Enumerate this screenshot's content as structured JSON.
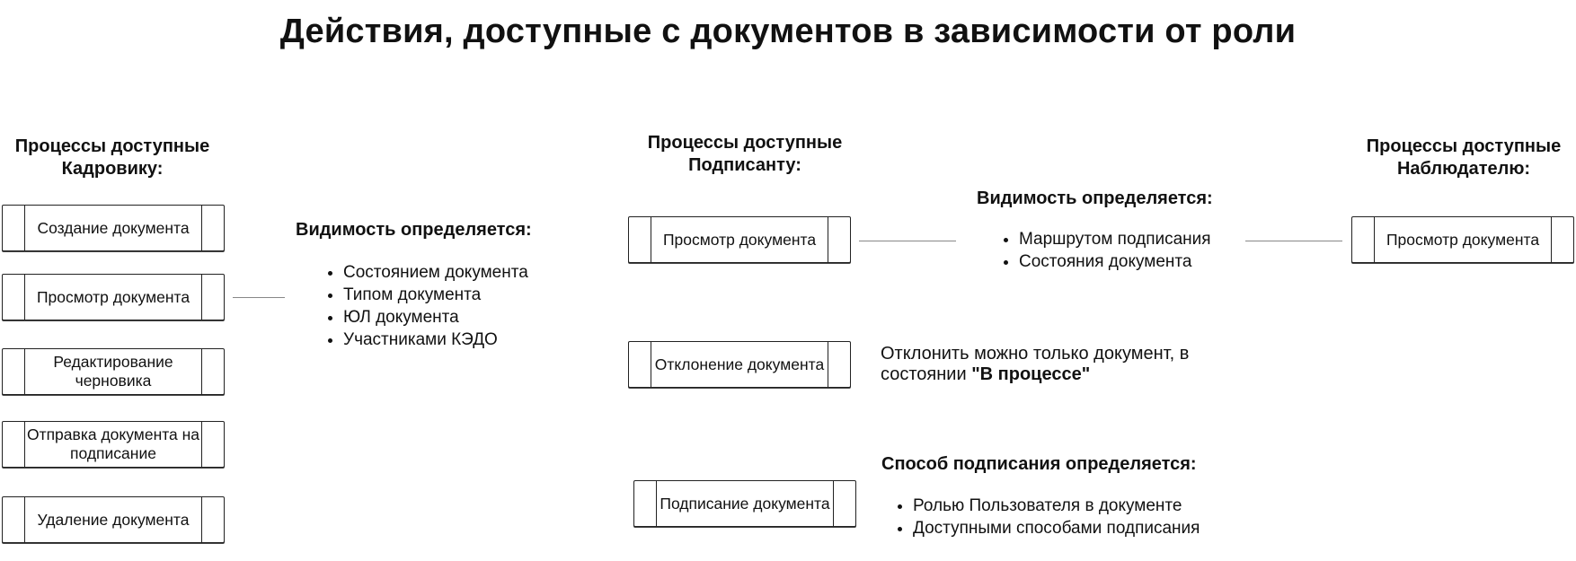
{
  "title": "Действия, доступные с документов в зависимости от роли",
  "hr": {
    "heading": "Процессы доступные\nКадровику:",
    "processes": [
      "Создание документа",
      "Просмотр документа",
      "Редактирование черновика",
      "Отправка документа на подписание",
      "Удаление документа"
    ],
    "visibility": {
      "heading": "Видимость определяется:",
      "items": [
        "Состоянием документа",
        "Типом документа",
        "ЮЛ документа",
        "Участниками КЭДО"
      ]
    }
  },
  "signer": {
    "heading": "Процессы доступные\nПодписанту:",
    "processes": [
      "Просмотр документа",
      "Отклонение документа",
      "Подписание документа"
    ],
    "visibility": {
      "heading": "Видимость определяется:",
      "items": [
        "Маршрутом подписания",
        "Состояния документа"
      ]
    },
    "reject_note": {
      "text": "Отклонить можно только документ, в состоянии ",
      "bold": "\"В процессе\""
    },
    "signing": {
      "heading": "Способ подписания определяется:",
      "items": [
        "Ролью Пользователя в документе",
        "Доступными способами подписания"
      ]
    }
  },
  "observer": {
    "heading": "Процессы доступные\nНаблюдателю:",
    "processes": [
      "Просмотр документа"
    ]
  }
}
